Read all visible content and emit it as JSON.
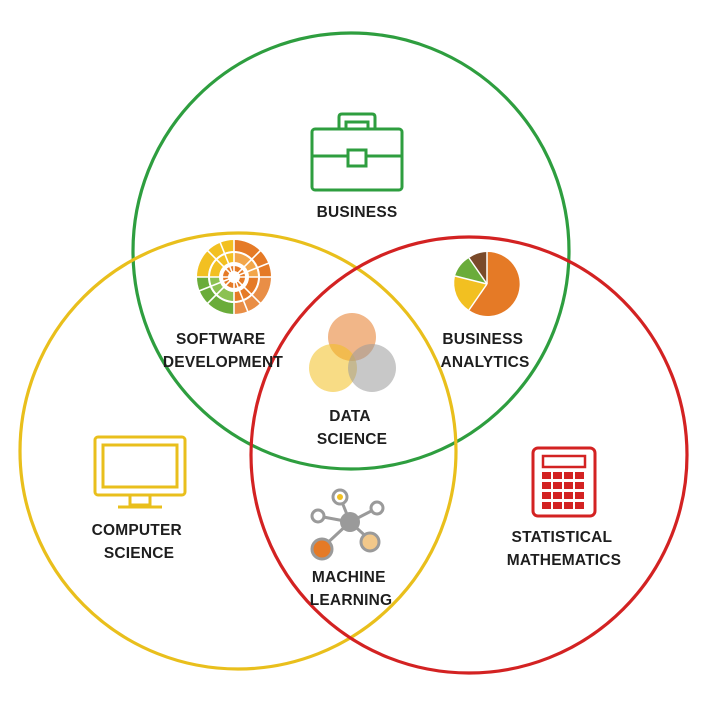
{
  "circles": {
    "business": {
      "color": "#2e9e3f"
    },
    "computer_science": {
      "color": "#e9bf1c"
    },
    "statistics": {
      "color": "#d32222"
    }
  },
  "labels": {
    "business": [
      "BUSINESS"
    ],
    "software_development": [
      "SOFTWARE",
      "DEVELOPMENT"
    ],
    "business_analytics": [
      "BUSINESS",
      "ANALYTICS"
    ],
    "data_science": [
      "DATA",
      "SCIENCE"
    ],
    "computer_science": [
      "COMPUTER",
      "SCIENCE"
    ],
    "machine_learning": [
      "MACHINE",
      "LEARNING"
    ],
    "statistical_mathematics": [
      "STATISTICAL",
      "MATHEMATICS"
    ]
  },
  "icons": {
    "business": "briefcase-icon",
    "software_development": "sunburst-chart-icon",
    "business_analytics": "pie-chart-icon",
    "data_science": "venn-icon",
    "computer_science": "monitor-icon",
    "machine_learning": "network-graph-icon",
    "statistical_mathematics": "calculator-icon"
  },
  "palette": {
    "orange": "#e57a26",
    "yellow": "#f2c021",
    "green": "#6aac3a",
    "brown": "#7a4a2a",
    "gray": "#9a9a9a",
    "light_gray": "#cfcfcf"
  }
}
